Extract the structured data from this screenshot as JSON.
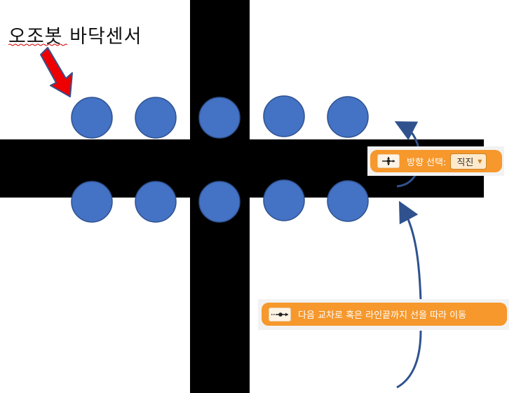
{
  "title": "오조봇 바닥센서",
  "blocks": {
    "direction": {
      "label": "방향 선택:",
      "selected": "직진",
      "icon": "crosshair-arrows-icon"
    },
    "follow": {
      "label": "다음 교차로 혹은 라인끝까지 선을 따라 이동",
      "icon": "line-follow-icon"
    }
  },
  "colors": {
    "track": "#000000",
    "sensor": "#4472c4",
    "sensor_outline": "#2f528f",
    "pointer_arrow": "#ee0000",
    "curve_arrow": "#2f528f",
    "block": "#f6982c"
  },
  "sensors": {
    "top_row_count": 5,
    "bottom_row_count": 5
  }
}
